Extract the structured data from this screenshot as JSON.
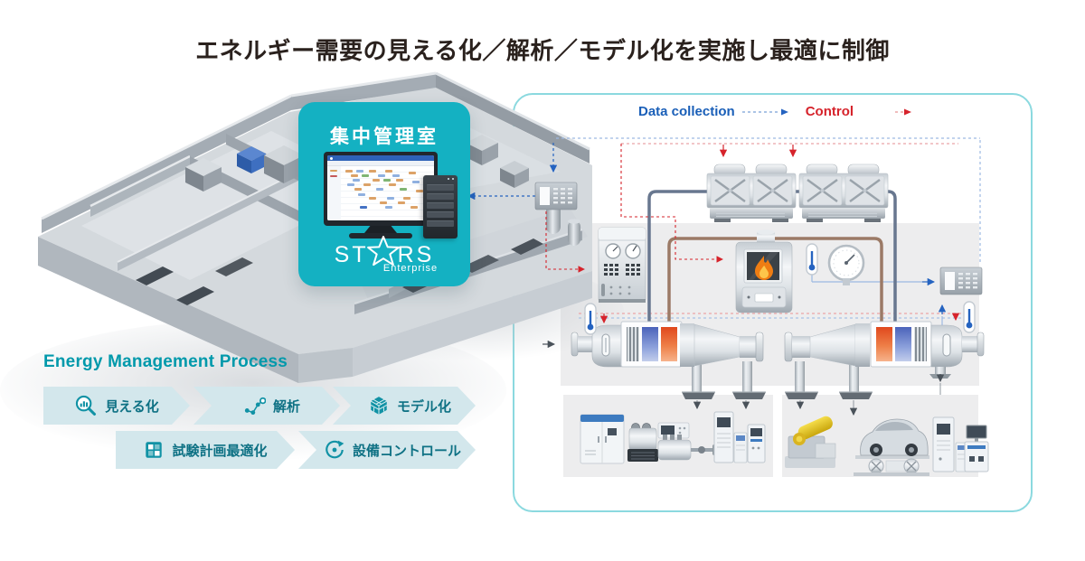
{
  "title": "エネルギー需要の見える化／解析／モデル化を実施し最適に制御",
  "control_room": {
    "label": "集中管理室",
    "logo": {
      "prefix": "ST",
      "suffix": "RS",
      "subtitle": "Enterprise"
    }
  },
  "legend": {
    "data_collection": "Data collection",
    "control": "Control"
  },
  "process": {
    "heading": "Energy Management Process",
    "steps": [
      {
        "label": "見える化",
        "icon": "magnifier-bars-icon"
      },
      {
        "label": "解析",
        "icon": "scatter-plot-icon"
      },
      {
        "label": "モデル化",
        "icon": "cube-model-icon"
      },
      {
        "label": "試験計画最適化",
        "icon": "grid-optimize-icon"
      },
      {
        "label": "設備コントロール",
        "icon": "control-cycle-icon"
      }
    ]
  },
  "diagram_equipment": [
    "factory-isometric-building",
    "power-meter-left",
    "power-meter-right",
    "cooling-tower-unit-1",
    "cooling-tower-unit-2",
    "control-cabinet",
    "boiler-with-flame",
    "thermometer",
    "pressure-gauge",
    "air-handling-unit-left",
    "air-handling-unit-right",
    "electrical-cabinet",
    "compressor",
    "oscilloscope",
    "engine-test-bench",
    "measurement-rack",
    "engine-with-yellow-part",
    "car-on-chassis-dyno",
    "instrument-cart",
    "server-tower",
    "control-room-monitor"
  ],
  "colors": {
    "teal_box": "#14b1c2",
    "panel_border": "#8bd9df",
    "data_blue": "#1a5fb8",
    "control_red": "#d6232b",
    "process_teal": "#0099ab",
    "chevron_bg": "#d3e7ec",
    "chevron_text": "#0e7184",
    "pipe_cold": "#68778f",
    "pipe_hot": "#9b7a66",
    "flame_orange": "#ef7d13"
  }
}
